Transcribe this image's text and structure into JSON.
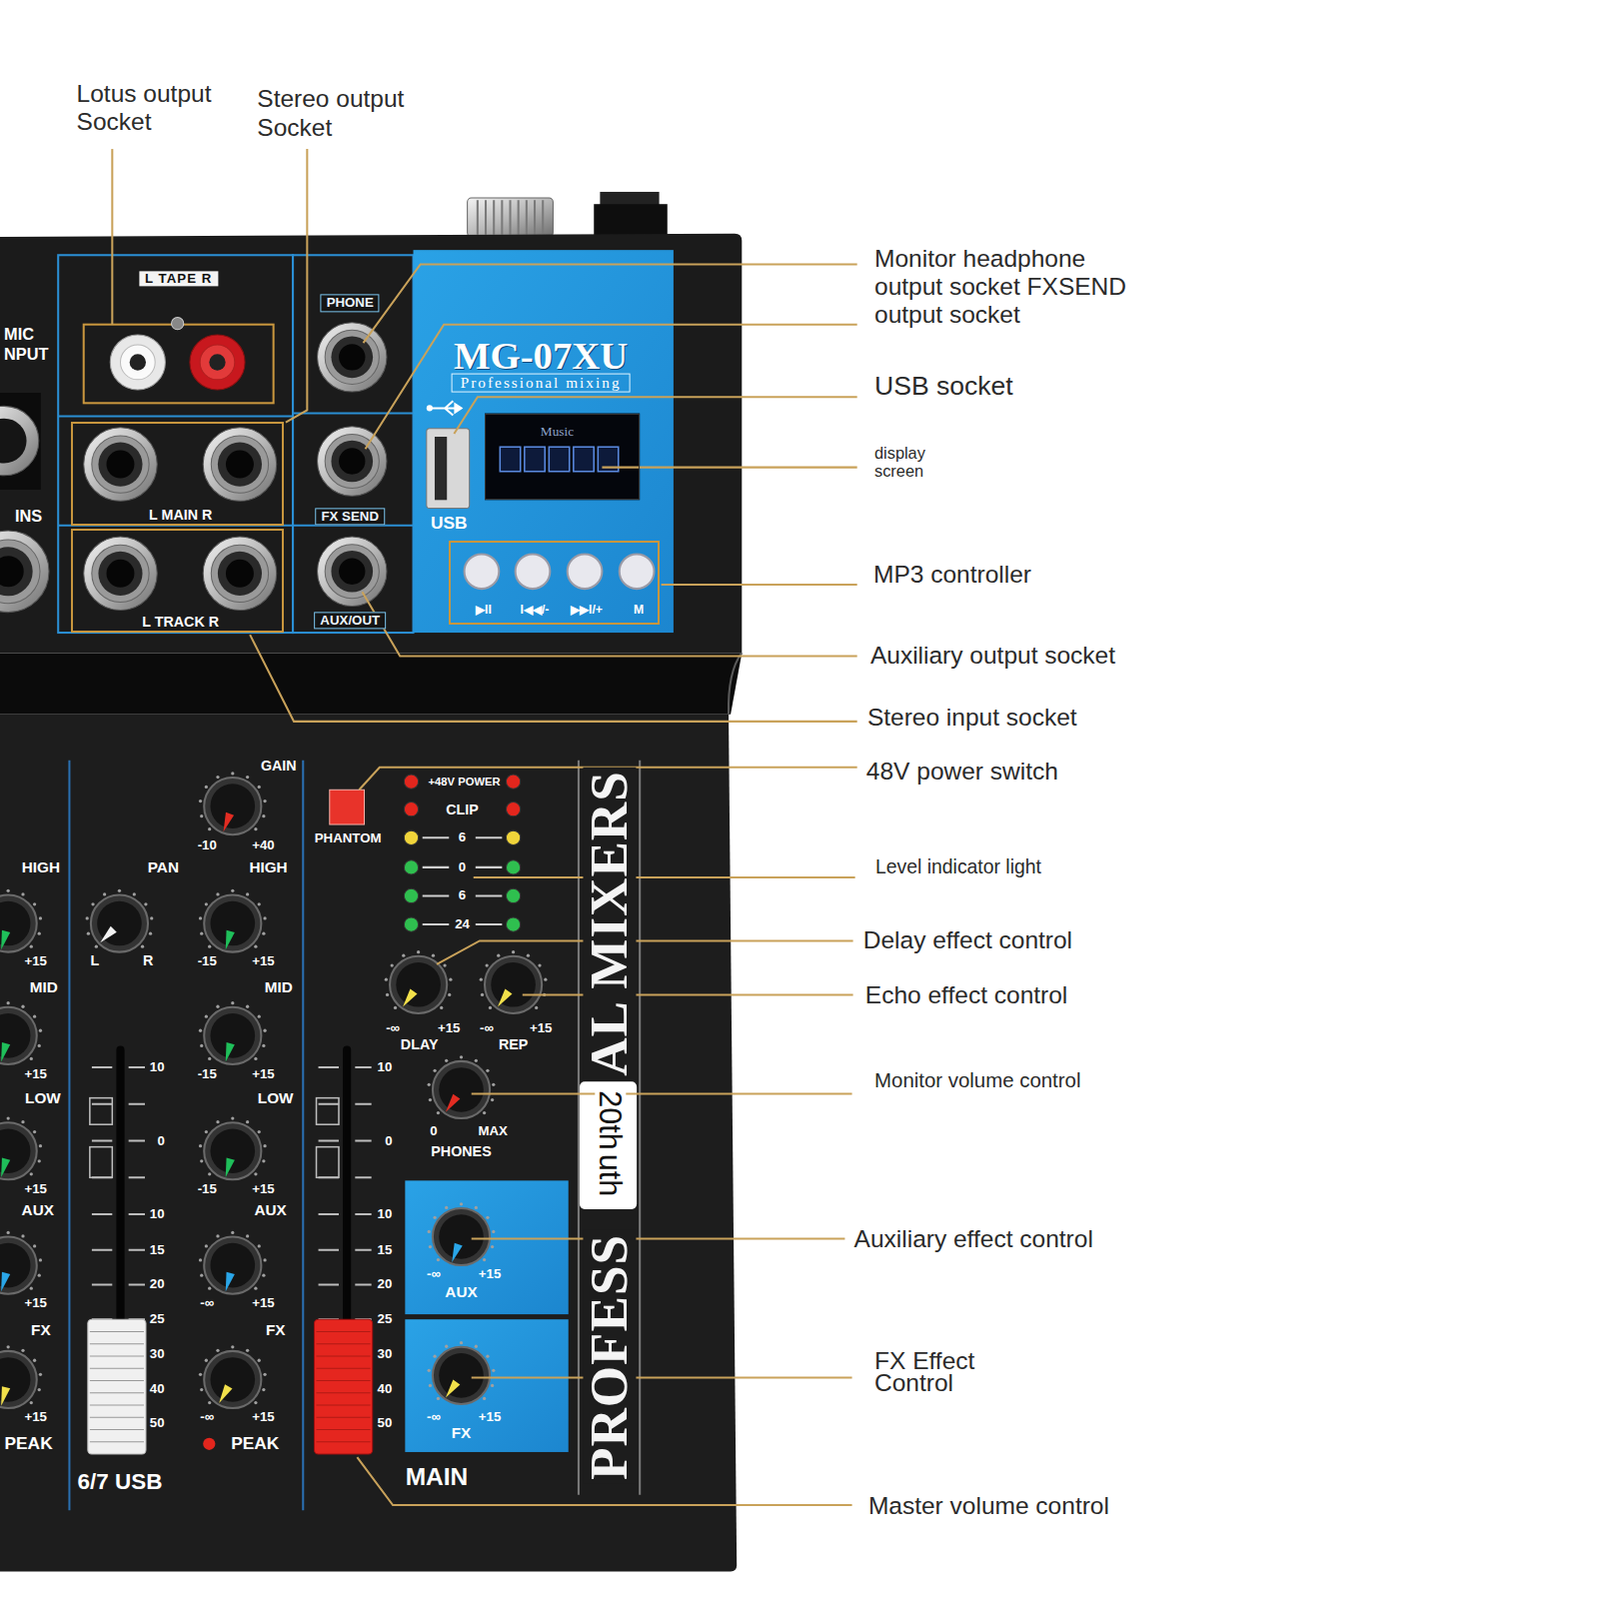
{
  "diagram": {
    "nodes": [
      {
        "text": [
          "L MAIN R"
        ]
      },
      {
        "text": [
          "L TRACK R"
        ]
      },
      {
        "text": [
          "MG-07XU",
          "Professional mixing",
          "USB"
        ]
      },
      {
        "text": [
          "Music"
        ],
        "in": 2
      },
      {
        "text": [
          "▶II",
          "I◀◀/-",
          "▶▶I/+",
          "M"
        ],
        "in": 2
      },
      {
        "text": [
          "-∞",
          "+15",
          "AUX"
        ]
      },
      {
        "text": [
          "-∞",
          "+15",
          "FX"
        ]
      }
    ],
    "labels": [
      "Lotus output Socket",
      "Stereo output Socket",
      "MIC",
      "NPUT",
      "L TAPE R",
      "PHONE",
      "INS",
      "FX SEND",
      "AUX/OUT",
      "GAIN",
      "-10",
      "+40",
      "HIGH",
      "PAN",
      "HIGH",
      "+15",
      "L",
      "R",
      "-15",
      "+15",
      "MID",
      "MID",
      "+15",
      "-15",
      "+15",
      "LOW",
      "LOW",
      "+15",
      "-15",
      "+15",
      "AUX",
      "AUX",
      "+15",
      "-∞",
      "+15",
      "FX",
      "FX",
      "+15",
      "-∞",
      "+15",
      "PEAK",
      "PEAK",
      "6/7 USB",
      "10",
      "0",
      "10",
      "15",
      "20",
      "25",
      "30",
      "40",
      "50",
      "10",
      "0",
      "10",
      "15",
      "20",
      "25",
      "30",
      "40",
      "50",
      "PHANTOM",
      "+48V POWER",
      "CLIP",
      "6",
      "0",
      "6",
      "24",
      "-∞",
      "+15",
      "-∞",
      "+15",
      "DLAY",
      "REP",
      "0",
      "MAX",
      "PHONES",
      "MAIN",
      "AL MIXERS",
      "PROFESS",
      "20th",
      "uth",
      "Monitor headphone output socket FXSEND output socket",
      "USB socket",
      "display screen",
      "MP3 controller",
      "Auxiliary output socket",
      "Stereo input socket",
      "48V power switch",
      "Level indicator light",
      "Delay effect control",
      "Echo effect control",
      "Monitor volume control",
      "Auxiliary effect control",
      "FX Effect Control",
      "Master volume control"
    ]
  }
}
